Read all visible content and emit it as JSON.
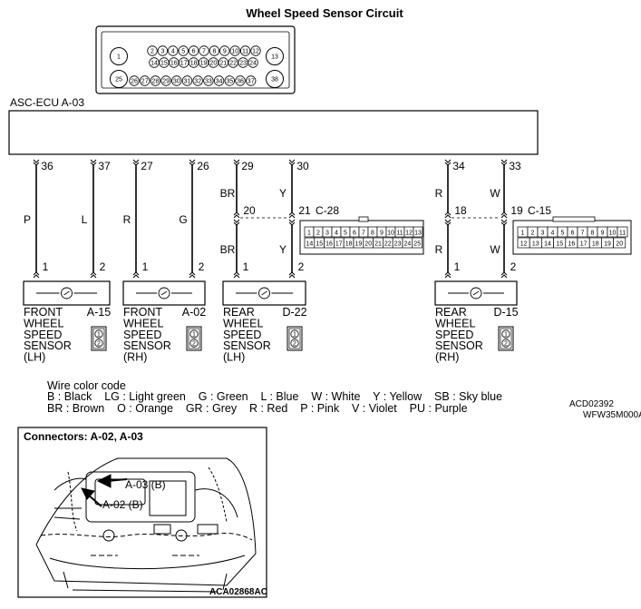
{
  "title": "Wheel Speed Sensor Circuit",
  "ecu": {
    "label": "ASC-ECU A-03",
    "connector_pins_row1": [
      "1",
      "2",
      "3",
      "4",
      "5",
      "6",
      "7",
      "8",
      "9",
      "10",
      "11",
      "12",
      "13"
    ],
    "connector_pins_row2": [
      "14",
      "15",
      "16",
      "17",
      "18",
      "19",
      "20",
      "21",
      "22",
      "23",
      "24"
    ],
    "connector_pins_row3": [
      "25",
      "26",
      "27",
      "28",
      "29",
      "30",
      "31",
      "32",
      "33",
      "34",
      "35",
      "36",
      "37",
      "38"
    ]
  },
  "circuits": [
    {
      "ecu_pins": [
        "36",
        "37"
      ],
      "wire_colors": [
        "P",
        "L"
      ],
      "sensor_pins": [
        "1",
        "2"
      ],
      "sensor_name": [
        "FRONT",
        "WHEEL",
        "SPEED",
        "SENSOR",
        "(LH)"
      ],
      "connector": "A-15"
    },
    {
      "ecu_pins": [
        "27",
        "26"
      ],
      "wire_colors": [
        "R",
        "G"
      ],
      "sensor_pins": [
        "1",
        "2"
      ],
      "sensor_name": [
        "FRONT",
        "WHEEL",
        "SPEED",
        "SENSOR",
        "(RH)"
      ],
      "connector": "A-02"
    },
    {
      "ecu_pins": [
        "29",
        "30"
      ],
      "wire_colors_upper": [
        "BR",
        "Y"
      ],
      "junction_pins": [
        "20",
        "21"
      ],
      "junction_connector": "C-28",
      "wire_colors": [
        "BR",
        "Y"
      ],
      "sensor_pins": [
        "1",
        "2"
      ],
      "sensor_name": [
        "REAR",
        "WHEEL",
        "SPEED",
        "SENSOR",
        "(LH)"
      ],
      "connector": "D-22"
    },
    {
      "ecu_pins": [
        "34",
        "33"
      ],
      "wire_colors_upper": [
        "R",
        "W"
      ],
      "junction_pins": [
        "18",
        "19"
      ],
      "junction_connector": "C-15",
      "wire_colors": [
        "R",
        "W"
      ],
      "sensor_pins": [
        "1",
        "2"
      ],
      "sensor_name": [
        "REAR",
        "WHEEL",
        "SPEED",
        "SENSOR",
        "(RH)"
      ],
      "connector": "D-15"
    }
  ],
  "c28_pins_row1": [
    "1",
    "2",
    "3",
    "4",
    "5",
    "6",
    "7",
    "8",
    "9",
    "10",
    "11",
    "12",
    "13"
  ],
  "c28_pins_row2": [
    "14",
    "15",
    "16",
    "17",
    "18",
    "19",
    "20",
    "21",
    "22",
    "23",
    "24",
    "25"
  ],
  "c15_pins_row1": [
    "1",
    "2",
    "3",
    "4",
    "5",
    "6",
    "7",
    "8",
    "9",
    "10",
    "11"
  ],
  "c15_pins_row2": [
    "12",
    "13",
    "14",
    "15",
    "16",
    "17",
    "18",
    "19",
    "20"
  ],
  "sensor_connector_pins": [
    "1",
    "2"
  ],
  "wire_code": {
    "heading": "Wire color code",
    "line1": "B : Black    LG : Light green    G : Green    L : Blue    W : White    Y : Yellow    SB : Sky blue",
    "line2": "BR : Brown    O : Orange    GR : Grey    R : Red    P : Pink    V : Violet    PU : Purple"
  },
  "ref_codes": [
    "ACD02392",
    "WFW35M000A"
  ],
  "location_view": {
    "title": "Connectors: A-02, A-03",
    "callout1": "A-03 (B)",
    "callout2": "A-02 (B)",
    "figure_code": "ACA02868AC"
  }
}
